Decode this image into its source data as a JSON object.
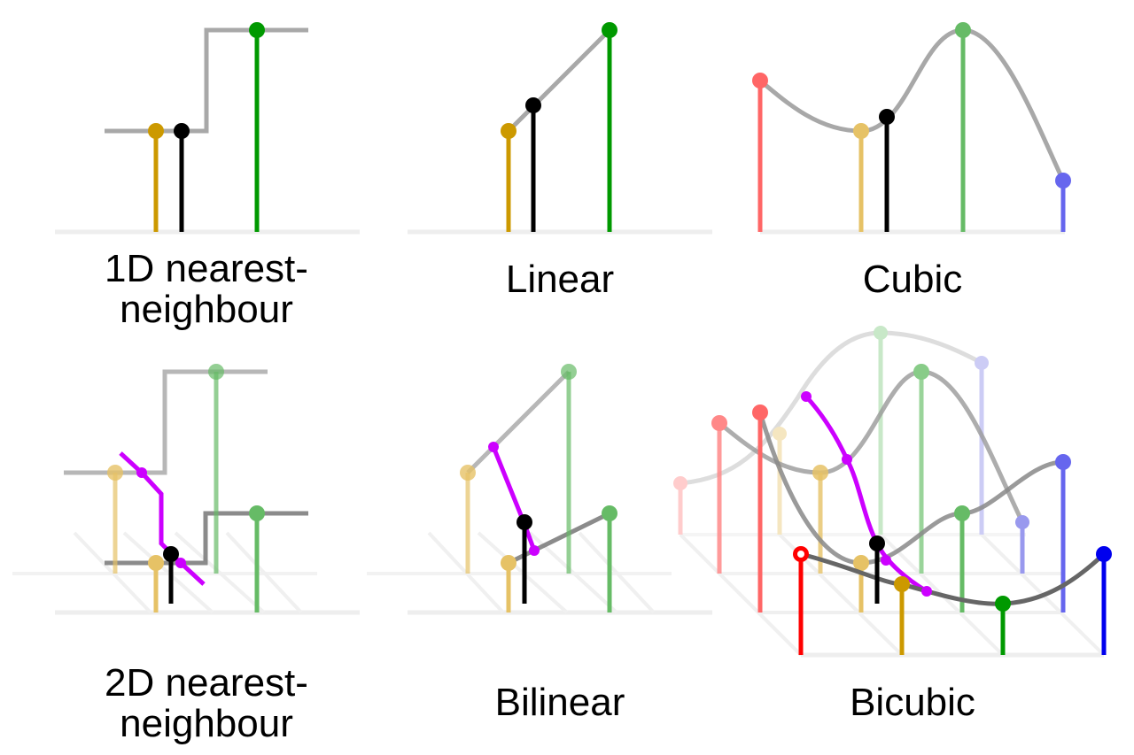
{
  "panels": {
    "nn1d": {
      "title_line1": "1D nearest-",
      "title_line2": "neighbour"
    },
    "linear": {
      "title": "Linear"
    },
    "cubic": {
      "title": "Cubic"
    },
    "nn2d": {
      "title_line1": "2D nearest-",
      "title_line2": "neighbour"
    },
    "bilinear": {
      "title": "Bilinear"
    },
    "bicubic": {
      "title": "Bicubic"
    }
  },
  "colors": {
    "orange": "#cc9900",
    "black": "#000000",
    "green": "#009900",
    "red": "#ff0000",
    "blue": "#0000ee",
    "purple": "#cc00ff",
    "curve_gray": "#999999",
    "dark_curve": "#666666",
    "baseline": "#eeeeee"
  }
}
